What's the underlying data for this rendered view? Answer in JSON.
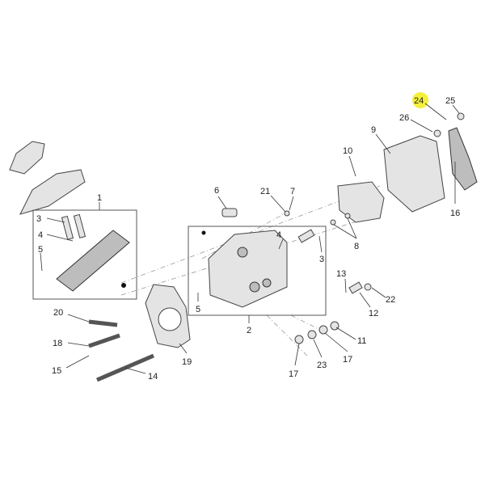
{
  "diagram": {
    "callouts": [
      "24",
      "25",
      "26",
      "9",
      "10",
      "16",
      "1",
      "3",
      "4",
      "5",
      "6",
      "21",
      "7",
      "4",
      "5",
      "3",
      "2",
      "8",
      "13",
      "12",
      "22",
      "11",
      "17",
      "23",
      "17",
      "20",
      "18",
      "15",
      "14",
      "19"
    ],
    "highlighted_callout": "24",
    "highlight_color": "#f5f03a"
  }
}
